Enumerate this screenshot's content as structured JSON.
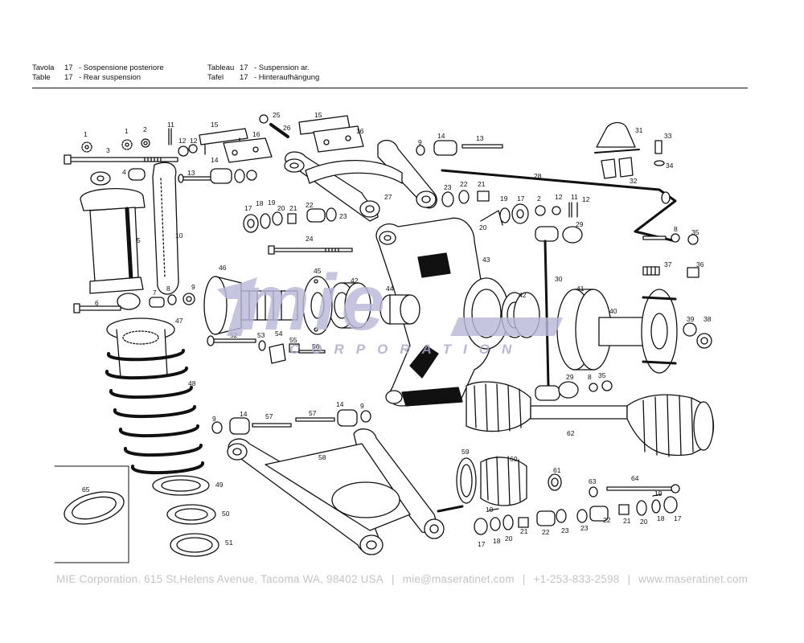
{
  "header": {
    "it_prefix": "Tavola",
    "it_num": "17",
    "it_title": "- Sospensione posteriore",
    "en_prefix": "Table",
    "en_num": "17",
    "en_title": "- Rear suspension",
    "fr_prefix": "Tableau",
    "fr_num": "17",
    "fr_title": "- Suspension ar.",
    "de_prefix": "Tafel",
    "de_num": "17",
    "de_title": "- Hinteraufhängung"
  },
  "watermark": {
    "logo_text": "mie",
    "sub_text": "CORPORATION"
  },
  "colors": {
    "line": "#111111",
    "watermark_fill": "#b9b9d8",
    "watermark_text": "#a9a9cc",
    "footer": "#c4c4c8"
  },
  "callouts": [
    "1",
    "1",
    "2",
    "3",
    "4",
    "5",
    "6",
    "7",
    "8",
    "9",
    "10",
    "11",
    "12",
    "12",
    "13",
    "14",
    "15",
    "16",
    "15",
    "16",
    "25",
    "26",
    "17",
    "18",
    "19",
    "20",
    "21",
    "22",
    "23",
    "24",
    "27",
    "9",
    "14",
    "13",
    "23",
    "22",
    "21",
    "19",
    "17",
    "2",
    "12",
    "11",
    "20",
    "28",
    "31",
    "32",
    "33",
    "34",
    "29",
    "30",
    "35",
    "8",
    "36",
    "37",
    "38",
    "39",
    "40",
    "41",
    "42",
    "42",
    "43",
    "44",
    "45",
    "46",
    "47",
    "48",
    "49",
    "50",
    "51",
    "52",
    "53",
    "54",
    "55",
    "56",
    "57",
    "57",
    "58",
    "59",
    "60",
    "61",
    "62",
    "63",
    "64",
    "65",
    "29",
    "8",
    "35",
    "9",
    "14",
    "14",
    "9",
    "17",
    "18",
    "20",
    "21",
    "22",
    "23",
    "23",
    "22",
    "21",
    "20",
    "18",
    "17",
    "19",
    "19",
    "12"
  ],
  "footer": {
    "company": "MIE Corporation. 615 St.Helens Avenue, Tacoma WA, 98402 USA",
    "email": "mie@maseratinet.com",
    "phone": "+1-253-833-2598",
    "website": "www.maseratinet.com",
    "separator": "|"
  }
}
